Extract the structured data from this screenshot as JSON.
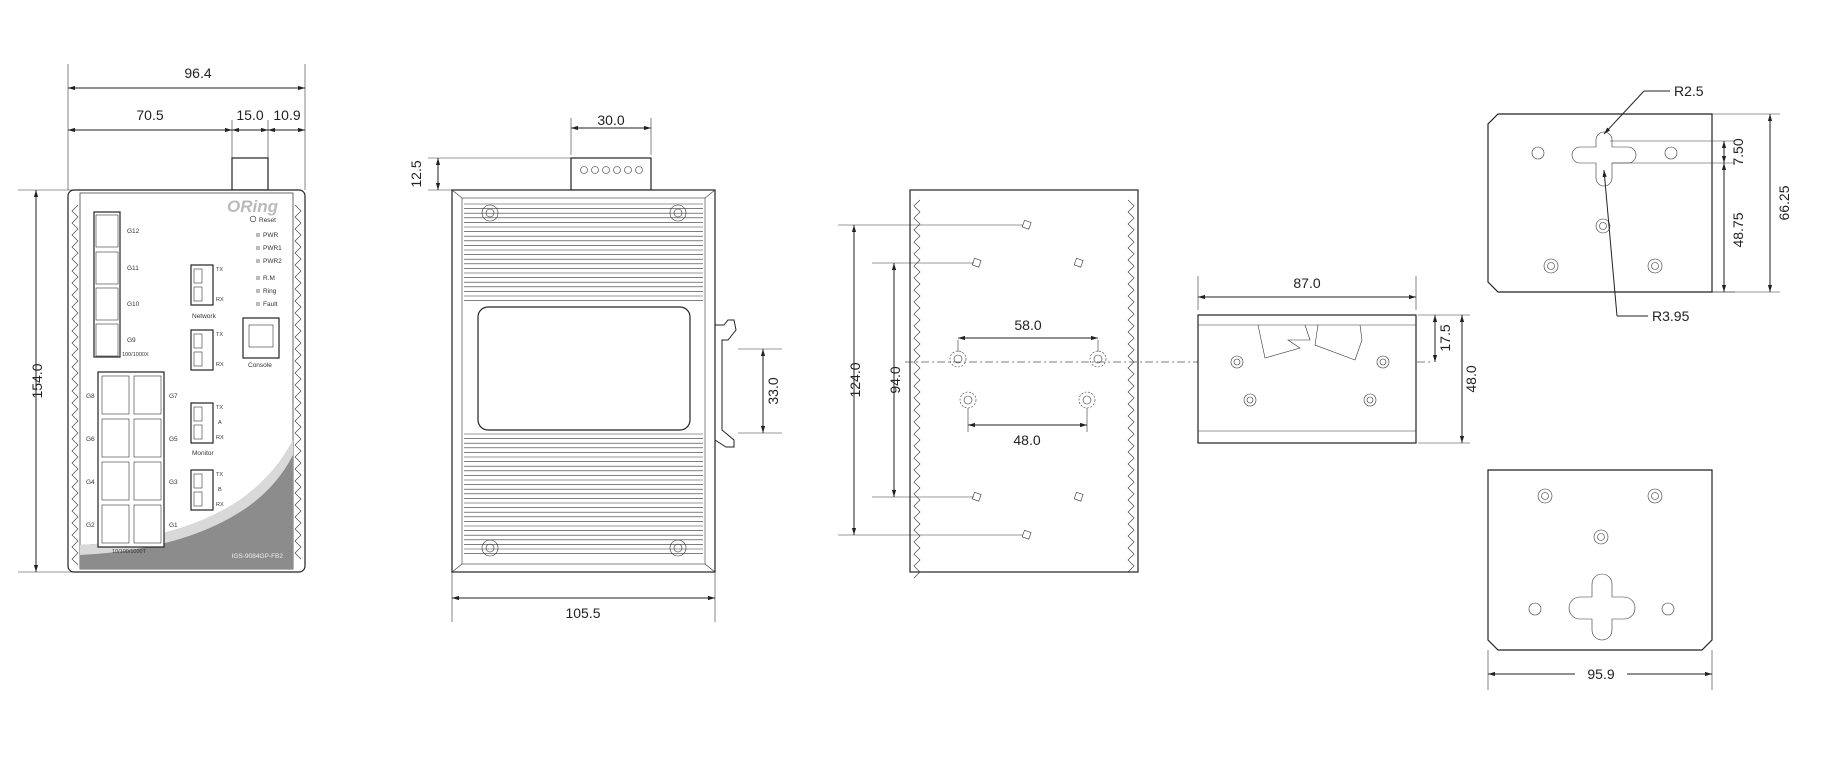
{
  "front_view": {
    "dims": {
      "total_width": "96.4",
      "left_width": "70.5",
      "middle_width": "15.0",
      "right_width": "10.9",
      "height": "154.0"
    },
    "brand": "ORing",
    "reset": "Reset",
    "leds": [
      "PWR",
      "PWR1",
      "PWR2",
      "R.M",
      "Ring",
      "Fault"
    ],
    "fiber_ports": [
      "G12",
      "G11",
      "G10",
      "G9"
    ],
    "fiber_note": "100/1000X",
    "rj45_left": [
      "G8",
      "G6",
      "G4",
      "G2"
    ],
    "rj45_right": [
      "G7",
      "G5",
      "G3",
      "G1"
    ],
    "rj45_note": "10/100/1000T",
    "network": "Network",
    "monitor": "Monitor",
    "console": "Console",
    "tx": "TX",
    "rx": "RX",
    "a": "A",
    "b": "B",
    "model": "IGS-9084GP-FB2"
  },
  "side_view": {
    "top_width": "30.0",
    "top_height": "12.5",
    "clip_height": "33.0",
    "bottom_width": "105.5"
  },
  "rear_view": {
    "outer_height": "124.0",
    "inner_height": "94.0",
    "top_spacing": "58.0",
    "bottom_spacing": "48.0"
  },
  "din_rail": {
    "width": "87.0",
    "upper_height": "17.5",
    "total_height": "48.0"
  },
  "wall_mount": {
    "r_small": "R2.5",
    "r_large": "R3.95",
    "gap": "7.50",
    "mid": "48.75",
    "total": "66.25",
    "width": "95.9"
  }
}
